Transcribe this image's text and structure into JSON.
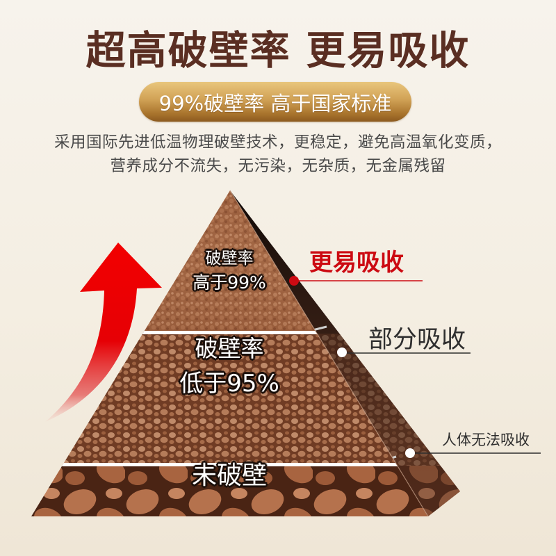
{
  "headline": "超高破壁率 更易吸收",
  "badge": "99%破壁率 高于国家标准",
  "description": {
    "line1": "采用国际先进低温物理破壁技术，更稳定，避免高温氧化变质，",
    "line2": "营养成分不流失，无污染，无杂质，无金属残留"
  },
  "pyramid": {
    "tiers": [
      {
        "line1": "破壁率",
        "line2": "高于99%",
        "side_label": "更易吸收"
      },
      {
        "line1": "破壁率",
        "line2": "低于95%",
        "side_label": "部分吸收"
      },
      {
        "line1": "未破壁",
        "line2": "",
        "side_label": "人体无法吸收"
      }
    ]
  },
  "icons": {
    "arrow": "up-arrow-icon"
  },
  "colors": {
    "headline": "#5a2e22",
    "accent_red": "#cc0a12",
    "badge_gold": "#d0a155",
    "label_dark": "#2e2e2e",
    "description": "#4a4a4a",
    "background": "#f5efe4"
  }
}
